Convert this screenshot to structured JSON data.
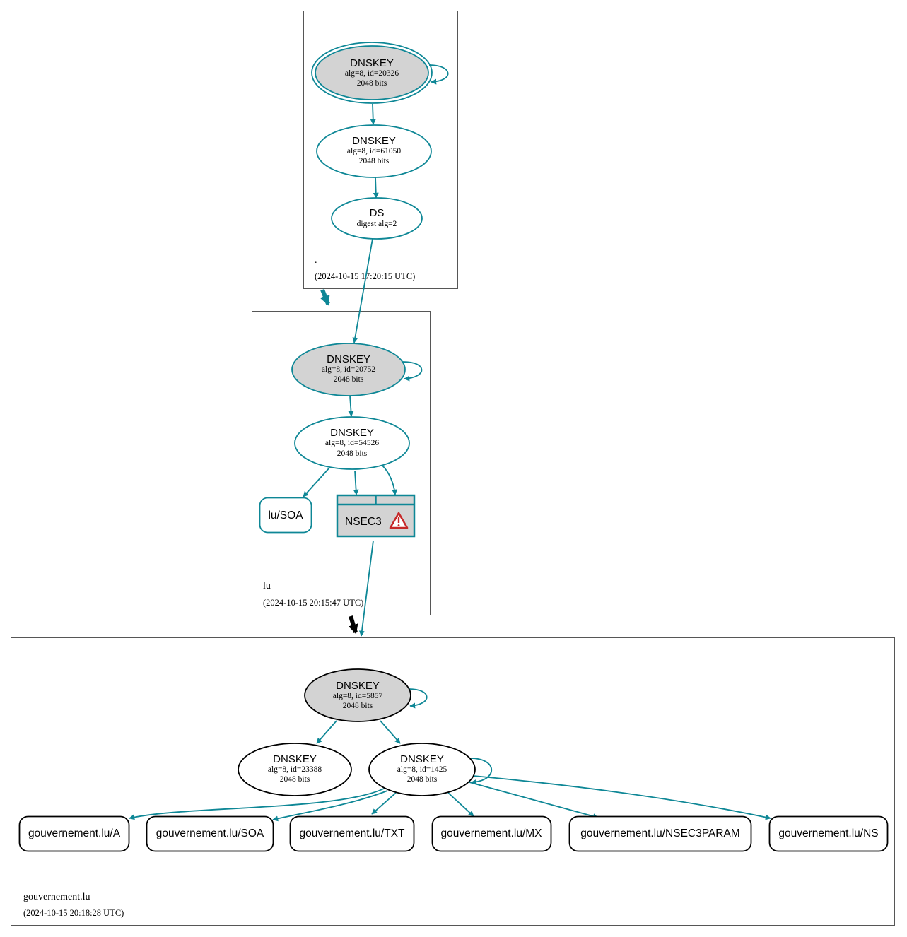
{
  "colors": {
    "secure": "#0e8796",
    "insecure": "#000000",
    "sep_fill": "#d3d3d3",
    "warning": "#c62828",
    "zone_border": "#444444"
  },
  "zones": {
    "root": {
      "name": ".",
      "timestamp": "(2024-10-15 17:20:15 UTC)"
    },
    "lu": {
      "name": "lu",
      "timestamp": "(2024-10-15 20:15:47 UTC)"
    },
    "gouv": {
      "name": "gouvernement.lu",
      "timestamp": "(2024-10-15 20:18:28 UTC)"
    }
  },
  "nodes": {
    "root_ksk": {
      "title": "DNSKEY",
      "line1": "alg=8, id=20326",
      "line2": "2048 bits"
    },
    "root_zsk": {
      "title": "DNSKEY",
      "line1": "alg=8, id=61050",
      "line2": "2048 bits"
    },
    "lu_ds": {
      "title": "DS",
      "line1": "digest alg=2"
    },
    "lu_ksk": {
      "title": "DNSKEY",
      "line1": "alg=8, id=20752",
      "line2": "2048 bits"
    },
    "lu_zsk": {
      "title": "DNSKEY",
      "line1": "alg=8, id=54526",
      "line2": "2048 bits"
    },
    "lu_soa": {
      "label": "lu/SOA"
    },
    "lu_nsec3": {
      "label": "NSEC3",
      "icon": "warning-icon"
    },
    "gouv_ksk": {
      "title": "DNSKEY",
      "line1": "alg=8, id=5857",
      "line2": "2048 bits"
    },
    "gouv_key_unsigned": {
      "title": "DNSKEY",
      "line1": "alg=8, id=23388",
      "line2": "2048 bits"
    },
    "gouv_zsk": {
      "title": "DNSKEY",
      "line1": "alg=8, id=1425",
      "line2": "2048 bits"
    }
  },
  "records": {
    "a": "gouvernement.lu/A",
    "soa": "gouvernement.lu/SOA",
    "txt": "gouvernement.lu/TXT",
    "mx": "gouvernement.lu/MX",
    "nsec3param": "gouvernement.lu/NSEC3PARAM",
    "ns": "gouvernement.lu/NS"
  }
}
